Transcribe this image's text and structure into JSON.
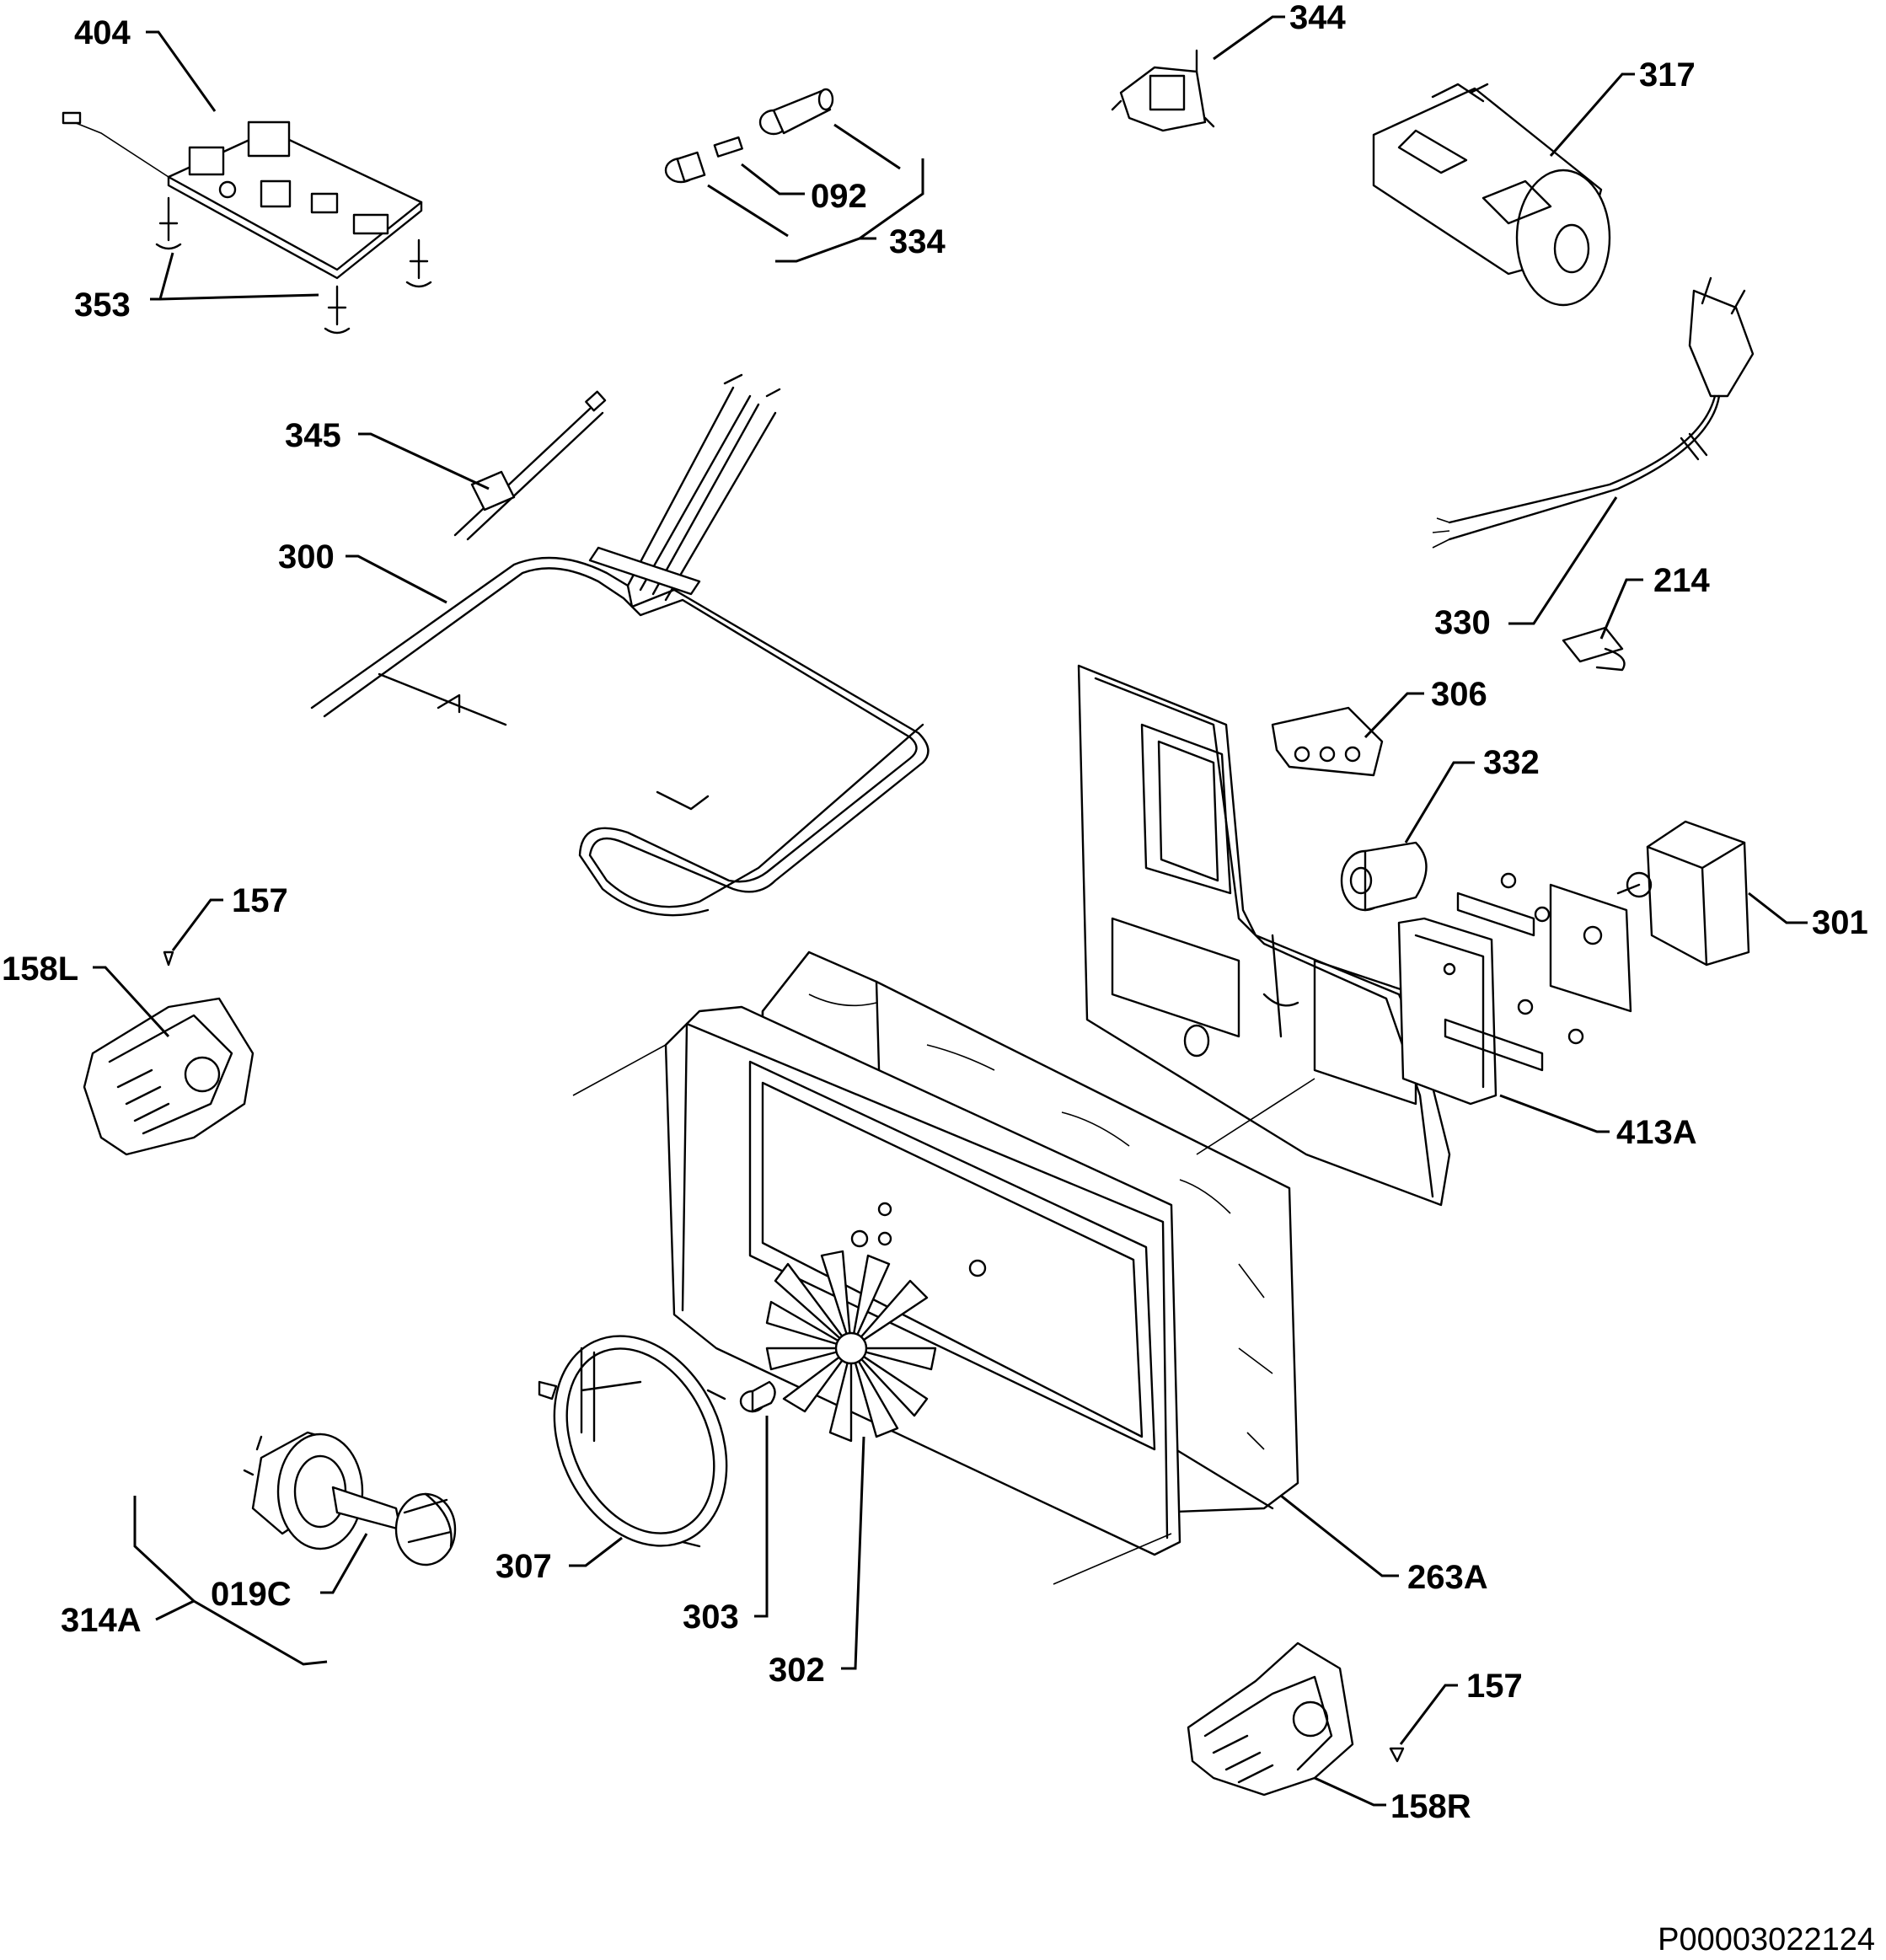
{
  "document_code": "P00003022124",
  "callouts": {
    "c404": "404",
    "c344": "344",
    "c317": "317",
    "c092": "092",
    "c334": "334",
    "c353": "353",
    "c345": "345",
    "c300": "300",
    "c330": "330",
    "c214": "214",
    "c306": "306",
    "c332": "332",
    "c301": "301",
    "c157a": "157",
    "c158L": "158L",
    "c413A": "413A",
    "c263A": "263A",
    "c307": "307",
    "c019C": "019C",
    "c314A": "314A",
    "c303": "303",
    "c302": "302",
    "c157b": "157",
    "c158R": "158R"
  }
}
